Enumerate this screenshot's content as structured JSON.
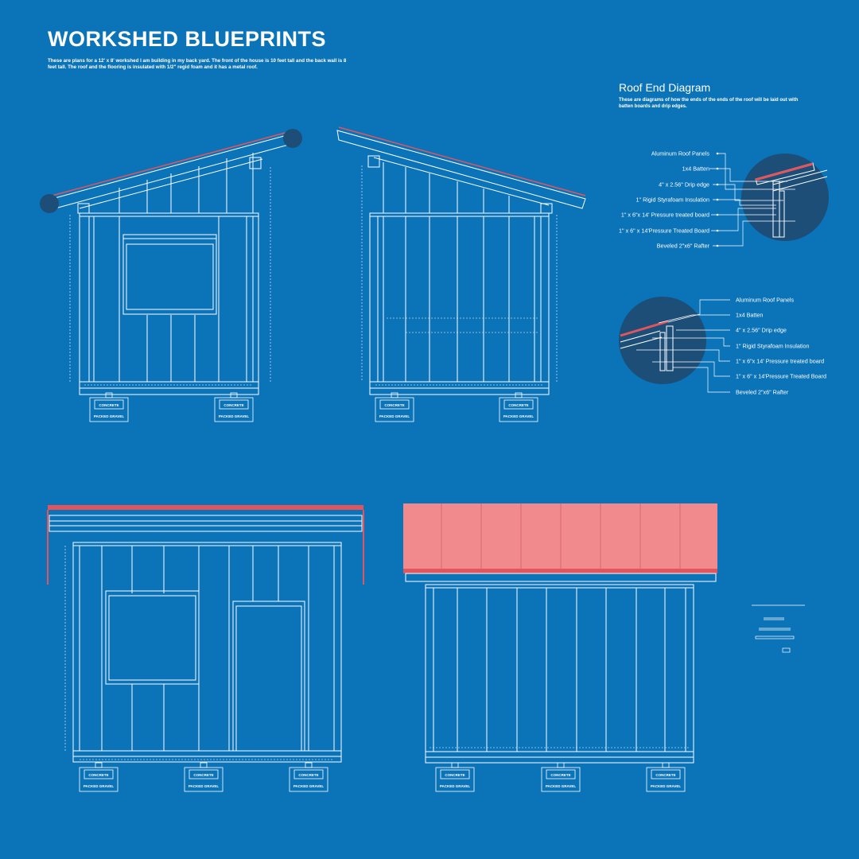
{
  "page": {
    "title": "WORKSHED BLUEPRINTS",
    "intro": "These are plans for a 12' x 8' workshed I am building in my back yard. The front of the house is 10 feet tall and the back wall is 8 feet tall. The roof and the flooring is insulated with 1/2\" regid foam and it has a metal roof."
  },
  "roof_end": {
    "title": "Roof End Diagram",
    "description": "These are diagrams of how the ends of the ends of the roof will be laid out with batten boards and drip edges.",
    "labels": [
      "Aluminum Roof Panels",
      "1x4 Batten",
      "4\" x 2.56\" Drip edge",
      "1\" Rigid Styrafoam Insulation",
      "1\" x 6\"x 14' Pressure treated board",
      "1\" x 6\" x 14'Pressure Treated Board",
      "Beveled 2\"x6\" Rafter"
    ]
  },
  "foundation": {
    "concrete": "CONCRETE",
    "gravel": "PACKED GRAVEL"
  },
  "colors": {
    "background": "#0b73b8",
    "line": "#ffffff",
    "roof_red": "#e3555c",
    "roof_panel": "#f08a8c",
    "detail_circle": "#1c4e78"
  }
}
